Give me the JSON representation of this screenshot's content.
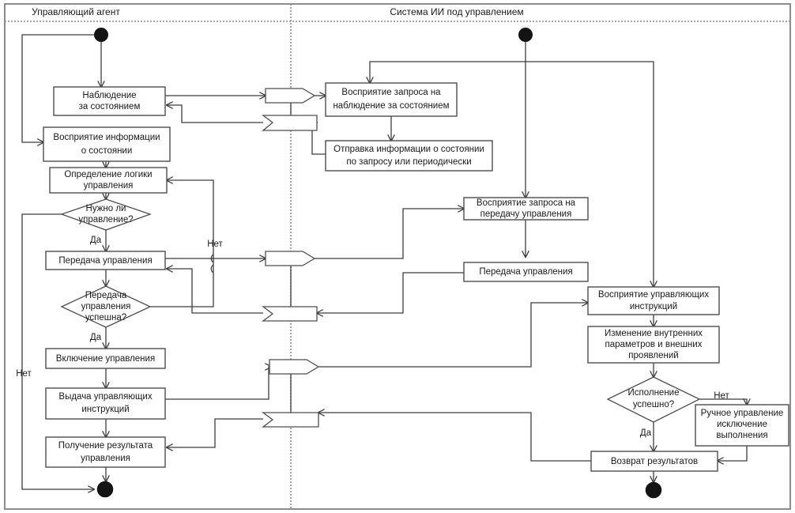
{
  "diagram": {
    "type": "uml-activity-diagram",
    "language": "ru",
    "border_color": "#808080",
    "line_color": "#3c3c3c",
    "node_fill": "#ffffff",
    "node_stroke": "#4d4d4d",
    "text_color": "#1a1a1a"
  },
  "lanes": [
    {
      "id": "lane-left",
      "title": "Управляющий агент"
    },
    {
      "id": "lane-right",
      "title": "Система ИИ под управлением"
    }
  ],
  "nodes": {
    "left": [
      {
        "id": "n-l1",
        "label": "Наблюдение\nза состоянием",
        "line1": "Наблюдение",
        "line2": "за состоянием"
      },
      {
        "id": "n-l2",
        "label": "Восприятие информации\nо состоянии",
        "line1": "Восприятие информации",
        "line2": "о состоянии"
      },
      {
        "id": "n-l3",
        "label": "Определение логики\nуправления",
        "line1": "Определение логики",
        "line2": "управления"
      },
      {
        "id": "n-l4",
        "label": "Передача управления",
        "line1": "Передача управления",
        "line2": ""
      },
      {
        "id": "n-l5",
        "label": "Включение управления",
        "line1": "Включение управления",
        "line2": ""
      },
      {
        "id": "n-l6",
        "label": "Выдача управляющих\nинструкций",
        "line1": "Выдача управляющих",
        "line2": "инструкций"
      },
      {
        "id": "n-l7",
        "label": "Получение результата\nуправления",
        "line1": "Получение результата",
        "line2": "управления"
      }
    ],
    "right": [
      {
        "id": "n-r1",
        "label": "Восприятие запроса на\nнаблюдение за состоянием",
        "line1": "Восприятие запроса на",
        "line2": "наблюдение за состоянием"
      },
      {
        "id": "n-r2",
        "label": "Отправка информации о состоянии\nпо запросу или периодически",
        "line1": "Отправка информации о состоянии",
        "line2": "по запросу или периодически"
      },
      {
        "id": "n-r3",
        "label": "Восприятие запроса на\nпередачу управления",
        "line1": "Восприятие запроса на",
        "line2": "передачу управления"
      },
      {
        "id": "n-r4",
        "label": "Передача управления",
        "line1": "Передача управления",
        "line2": ""
      },
      {
        "id": "n-r5",
        "label": "Восприятие управляющих\nинструкций",
        "line1": "Восприятие управляющих",
        "line2": "инструкций"
      },
      {
        "id": "n-r6",
        "label": "Изменение внутренних\nпараметров и внешних\nпроявлений",
        "line1": "Изменение внутренних",
        "line2": "параметров и внешних",
        "line3": "проявлений"
      },
      {
        "id": "n-r7",
        "label": "Ручное управление\nисключение\nвыполнения",
        "line1": "Ручное управление",
        "line2": "исключение",
        "line3": "выполнения"
      },
      {
        "id": "n-r8",
        "label": "Возврат результатов",
        "line1": "Возврат результатов",
        "line2": ""
      }
    ]
  },
  "decisions": [
    {
      "id": "d-l1",
      "line1": "Нужно ли",
      "line2": "управление?",
      "line3": ""
    },
    {
      "id": "d-l2",
      "line1": "Передача",
      "line2": "управления",
      "line3": "успешна?"
    },
    {
      "id": "d-r1",
      "line1": "Исполнение",
      "line2": "успешно?",
      "line3": ""
    }
  ],
  "guards": {
    "yes": "Да",
    "no": "Нет",
    "d_l1_yes": "Да",
    "d_l1_no": "Нет",
    "d_l2_yes": "Да",
    "d_l2_no": "Нет",
    "d_r1_yes": "Да",
    "d_r1_no": "Нет"
  },
  "signals": [
    {
      "id": "sig-1",
      "kind": "send",
      "row": 1
    },
    {
      "id": "sig-2",
      "kind": "receive",
      "row": 1
    },
    {
      "id": "sig-3",
      "kind": "send",
      "row": 2
    },
    {
      "id": "sig-4",
      "kind": "receive",
      "row": 2
    },
    {
      "id": "sig-5",
      "kind": "send",
      "row": 3
    },
    {
      "id": "sig-6",
      "kind": "receive",
      "row": 3
    }
  ],
  "terminals": [
    {
      "id": "init-left",
      "kind": "initial"
    },
    {
      "id": "init-right",
      "kind": "initial"
    },
    {
      "id": "final-left",
      "kind": "final"
    },
    {
      "id": "final-right",
      "kind": "final"
    }
  ]
}
